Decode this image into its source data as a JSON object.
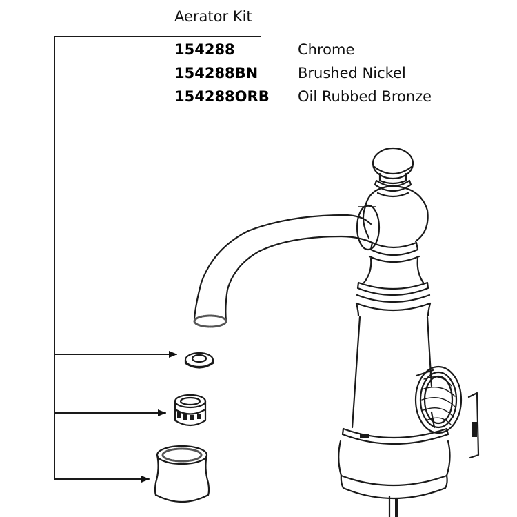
{
  "kit": {
    "title": "Aerator Kit",
    "parts": [
      {
        "number": "154288",
        "finish": "Chrome"
      },
      {
        "number": "154288BN",
        "finish": "Brushed Nickel"
      },
      {
        "number": "154288ORB",
        "finish": "Oil Rubbed Bronze"
      }
    ]
  },
  "components": [
    "washer",
    "aerator-insert",
    "aerator-housing"
  ]
}
